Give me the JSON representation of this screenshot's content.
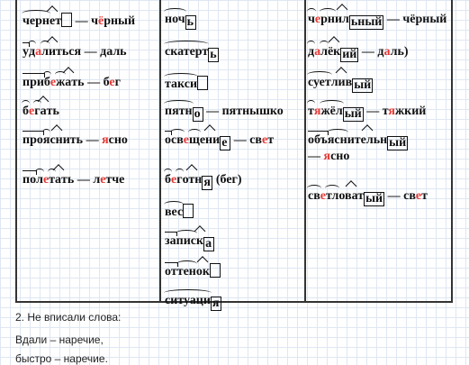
{
  "col1": [
    {
      "parts": [
        [
          "root",
          "черн"
        ],
        [
          "suf",
          "е"
        ],
        [
          "",
          "т"
        ],
        [
          "end",
          ""
        ]
      ],
      "tail": " — ч",
      "tail_r": "ё",
      "tail2": "рный"
    },
    {
      "parts": [
        [
          "pref",
          "у"
        ],
        [
          "root",
          "д"
        ],
        [
          "r",
          "а"
        ],
        [
          "root",
          "л"
        ],
        [
          "suf",
          "и"
        ],
        [
          "",
          "ться"
        ]
      ],
      "tail": " — ",
      "tail_r": "",
      "tail2": "даль"
    },
    {
      "parts": [
        [
          "pref",
          "при"
        ],
        [
          "root",
          "б"
        ],
        [
          "r",
          "е"
        ],
        [
          "root",
          "ж"
        ],
        [
          "suf",
          "а"
        ],
        [
          "",
          "ть"
        ]
      ],
      "tail": " — б",
      "tail_r": "е",
      "tail2": "г"
    },
    {
      "parts": [
        [
          "root",
          "б"
        ],
        [
          "r",
          "е"
        ],
        [
          "root",
          "г"
        ],
        [
          "suf",
          "а"
        ],
        [
          "",
          "ть"
        ]
      ],
      "tail": "",
      "tail_r": "",
      "tail2": ""
    },
    {
      "parts": [
        [
          "pref",
          "про"
        ],
        [
          "root",
          "я"
        ],
        [
          "suf",
          "сн"
        ],
        [
          "",
          "ить"
        ]
      ],
      "tail": " — ",
      "tail_r": "я",
      "tail2": "сно"
    },
    {
      "parts": [
        [
          "pref",
          "по"
        ],
        [
          "root",
          "л"
        ],
        [
          "r",
          "е"
        ],
        [
          "root",
          "т"
        ],
        [
          "suf",
          "а"
        ],
        [
          "",
          "ть"
        ]
      ],
      "tail": " — л",
      "tail_r": "е",
      "tail2": "тче"
    }
  ],
  "col2": [
    {
      "parts": [
        [
          "root",
          "ноч"
        ],
        [
          "end",
          "ь"
        ]
      ],
      "tail": "",
      "tail_r": "",
      "tail2": ""
    },
    {
      "parts": [
        [
          "root",
          "скатерт"
        ],
        [
          "end",
          "ь"
        ]
      ],
      "tail": "",
      "tail_r": "",
      "tail2": ""
    },
    {
      "parts": [
        [
          "root",
          "такси"
        ],
        [
          "end",
          ""
        ]
      ],
      "tail": "",
      "tail_r": "",
      "tail2": ""
    },
    {
      "parts": [
        [
          "root",
          "пятн"
        ],
        [
          "end",
          "о"
        ]
      ],
      "tail": " — ",
      "tail_r": "",
      "tail2": "пятнышко"
    },
    {
      "parts": [
        [
          "pref",
          "о"
        ],
        [
          "root",
          "св"
        ],
        [
          "r",
          "е"
        ],
        [
          "root",
          "щ"
        ],
        [
          "suf",
          "ени"
        ],
        [
          "end",
          "е"
        ]
      ],
      "tail": " — св",
      "tail_r": "е",
      "tail2": "т"
    },
    {
      "parts": [
        [
          "root",
          "б"
        ],
        [
          "r",
          "е"
        ],
        [
          "root",
          "г"
        ],
        [
          "suf",
          "отн"
        ],
        [
          "end",
          "я"
        ]
      ],
      "tail": " (бег)",
      "tail_r": "",
      "tail2": ""
    },
    {
      "parts": [
        [
          "root",
          "вес"
        ],
        [
          "end",
          ""
        ]
      ],
      "tail": "",
      "tail_r": "",
      "tail2": ""
    },
    {
      "parts": [
        [
          "pref",
          "за"
        ],
        [
          "root",
          "пис"
        ],
        [
          "suf",
          "к"
        ],
        [
          "end",
          "а"
        ]
      ],
      "tail": "",
      "tail_r": "",
      "tail2": ""
    },
    {
      "parts": [
        [
          "pref",
          "от"
        ],
        [
          "root",
          "тен"
        ],
        [
          "suf",
          "ок"
        ],
        [
          "end",
          ""
        ]
      ],
      "tail": "",
      "tail_r": "",
      "tail2": ""
    },
    {
      "parts": [
        [
          "root",
          "ситуаци"
        ],
        [
          "end",
          "я"
        ]
      ],
      "tail": "",
      "tail_r": "",
      "tail2": ""
    }
  ],
  "col3": [
    {
      "parts": [
        [
          "root",
          "ч"
        ],
        [
          "r",
          "е"
        ],
        [
          "root",
          "рн"
        ],
        [
          "suf",
          "ил"
        ],
        [
          "end",
          "ьный"
        ]
      ],
      "tail": " — чёрный",
      "tail_r": "",
      "tail2": ""
    },
    {
      "parts": [
        [
          "root",
          "д"
        ],
        [
          "r",
          "а"
        ],
        [
          "root",
          "л"
        ],
        [
          "suf",
          "ёк"
        ],
        [
          "end",
          "ий"
        ]
      ],
      "tail": " — д",
      "tail_r": "а",
      "tail2": "ль)"
    },
    {
      "parts": [
        [
          "root",
          "сует"
        ],
        [
          "suf",
          "лив"
        ],
        [
          "end",
          "ый"
        ]
      ],
      "tail": "",
      "tail_r": "",
      "tail2": ""
    },
    {
      "parts": [
        [
          "root",
          "т"
        ],
        [
          "r",
          "я"
        ],
        [
          "root",
          "жёл"
        ],
        [
          "end",
          "ый"
        ]
      ],
      "tail": " — т",
      "tail_r": "я",
      "tail2": "жкий"
    },
    {
      "parts": [
        [
          "pref",
          "объ"
        ],
        [
          "root",
          "ясн"
        ],
        [
          "suf",
          "ительн"
        ],
        [
          "end",
          "ый"
        ]
      ],
      "tail": "",
      "tail_r": "",
      "tail2": ""
    },
    {
      "parts": [
        [
          "",
          "— "
        ],
        [
          "r",
          "я"
        ],
        [
          "",
          "сно"
        ]
      ],
      "tail": "",
      "tail_r": "",
      "tail2": ""
    },
    {
      "parts": [
        [
          "root",
          "св"
        ],
        [
          "r",
          "е"
        ],
        [
          "root",
          "тл"
        ],
        [
          "suf",
          "оват"
        ],
        [
          "end",
          "ый"
        ]
      ],
      "tail": " — св",
      "tail_r": "е",
      "tail2": "т"
    }
  ],
  "notes": {
    "line1": "2. Не вписали слова:",
    "line2": "Вдали – наречие,",
    "line3": "быстро – наречие."
  }
}
